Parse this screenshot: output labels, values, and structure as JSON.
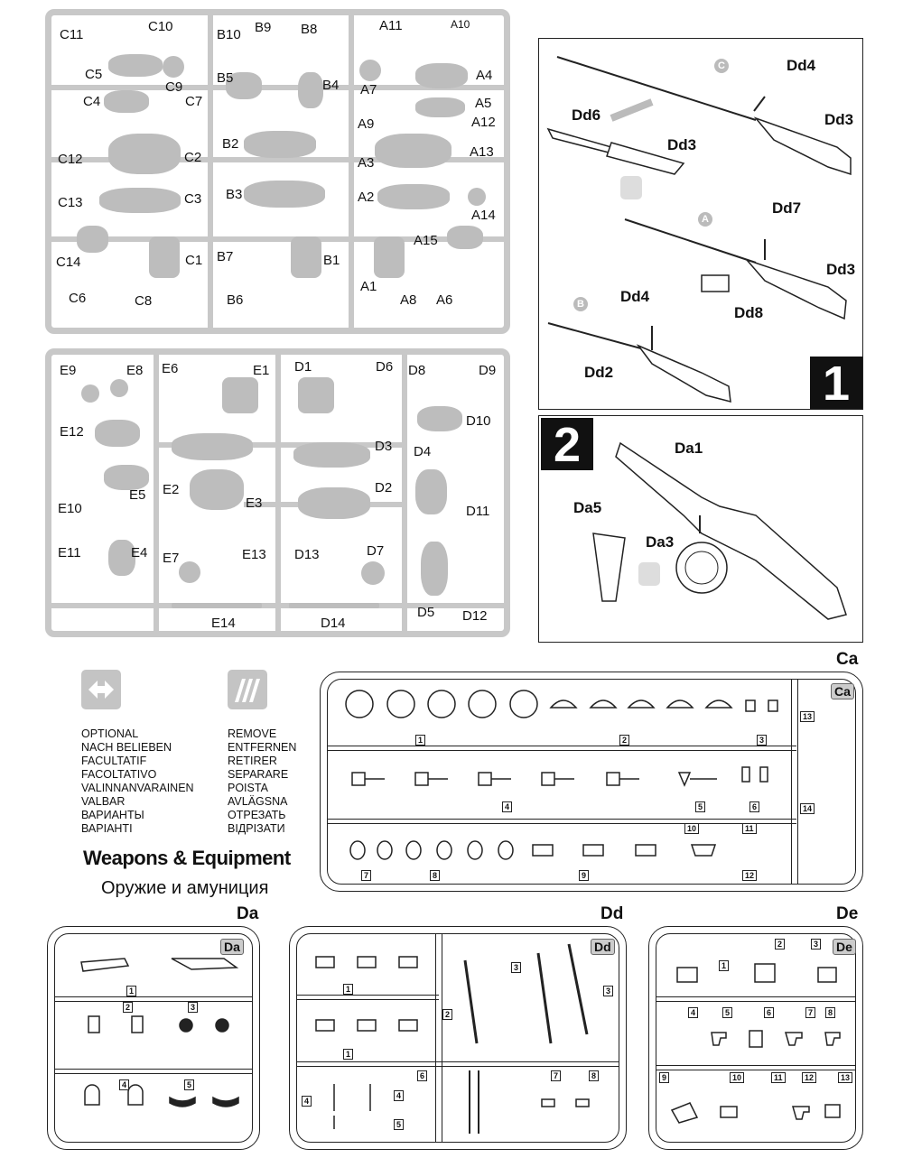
{
  "sprue_top_left": {
    "labels": [
      "C11",
      "C10",
      "B10",
      "B9",
      "B8",
      "A11",
      "A10",
      "C5",
      "C9",
      "B5",
      "B4",
      "A7",
      "A4",
      "C4",
      "C7",
      "A9",
      "A5",
      "A12",
      "C12",
      "C2",
      "B2",
      "A3",
      "A13",
      "C13",
      "C3",
      "B3",
      "A2",
      "A14",
      "C14",
      "C1",
      "B7",
      "B1",
      "A15",
      "A1",
      "C6",
      "C8",
      "B6",
      "A8",
      "A6"
    ]
  },
  "sprue_bottom_left": {
    "labels": [
      "E9",
      "E8",
      "E6",
      "E1",
      "D1",
      "D6",
      "D8",
      "D9",
      "E12",
      "D10",
      "D3",
      "D4",
      "E5",
      "E2",
      "E3",
      "D2",
      "E10",
      "D11",
      "E11",
      "E4",
      "E7",
      "E13",
      "D13",
      "D7",
      "D5",
      "D12",
      "E14",
      "D14"
    ]
  },
  "step1": {
    "number": "1",
    "labels": {
      "dd4_top": "Dd4",
      "dd3_top": "Dd3",
      "dd6": "Dd6",
      "dd3_mid": "Dd3",
      "dd7": "Dd7",
      "dd3_right": "Dd3",
      "dd8": "Dd8",
      "dd4_bottom": "Dd4",
      "dd2": "Dd2"
    },
    "circles": {
      "c": "C",
      "a": "A",
      "b": "B"
    }
  },
  "step2": {
    "number": "2",
    "labels": {
      "da1": "Da1",
      "da5": "Da5",
      "da3": "Da3"
    }
  },
  "legend": {
    "optional": [
      "OPTIONAL",
      "NACH BELIEBEN",
      "FACULTATIF",
      "FACOLTATIVO",
      "VALINNANVARAINEN",
      "VALBAR",
      "ВАРИАНТЫ",
      "ВАРІАНТІ"
    ],
    "remove": [
      "REMOVE",
      "ENTFERNEN",
      "RETIRER",
      "SEPARARE",
      "POISTA",
      "AVLÄGSNA",
      "ОТРЕЗАТЬ",
      "ВІДРІЗАТИ"
    ],
    "title": "Weapons & Equipment",
    "subtitle": "Оружие и амуниция"
  },
  "sprue_ca": {
    "title": "Ca",
    "badge": "Ca",
    "tags": [
      "1",
      "2",
      "3",
      "4",
      "5",
      "6",
      "7",
      "8",
      "9",
      "10",
      "11",
      "12",
      "13",
      "14"
    ]
  },
  "sprue_da": {
    "title": "Da",
    "badge": "Da",
    "tags": [
      "1",
      "2",
      "3",
      "4",
      "5"
    ]
  },
  "sprue_dd": {
    "title": "Dd",
    "badge": "Dd",
    "tags": [
      "1",
      "1",
      "2",
      "3",
      "3",
      "4",
      "4",
      "5",
      "6",
      "7",
      "8"
    ]
  },
  "sprue_de": {
    "title": "De",
    "badge": "De",
    "tags": [
      "1",
      "2",
      "3",
      "4",
      "5",
      "6",
      "7",
      "8",
      "9",
      "10",
      "11",
      "12",
      "13"
    ]
  }
}
